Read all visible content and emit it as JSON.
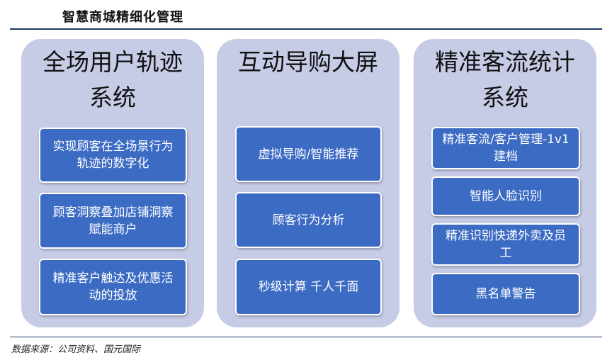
{
  "header": {
    "title": "智慧商城精细化管理"
  },
  "panels": [
    {
      "title": "全场用户轨迹系统",
      "items": [
        "实现顾客在全场景行为轨迹的数字化",
        "顾客洞察叠加店铺洞察赋能商户",
        "精准客户触达及优惠活动的投放"
      ]
    },
    {
      "title": "互动导购大屏",
      "items": [
        "虚拟导购/智能推荐",
        "顾客行为分析",
        "秒级计算 千人千面"
      ]
    },
    {
      "title": "精准客流统计系统",
      "items": [
        "精准客流/客户管理-1v1建档",
        "智能人脸识别",
        "精准识别快递外卖及员工",
        "黑名单警告"
      ]
    }
  ],
  "footer": {
    "source": "数据来源：公司资料、国元国际"
  },
  "colors": {
    "panel_bg": "#c6cbe6",
    "box_bg": "#3c6bc4",
    "rule": "#1f3864"
  }
}
